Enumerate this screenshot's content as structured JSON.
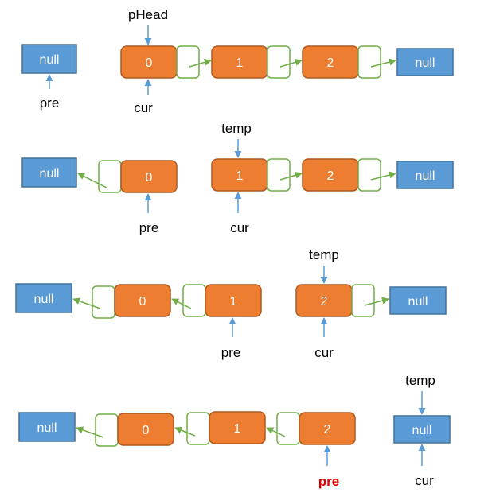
{
  "colors": {
    "null_fill": "#5b9bd5",
    "null_stroke": "#41719c",
    "node_fill": "#ed7d31",
    "node_stroke": "#ae5a21",
    "ptr_stroke": "#70ad47",
    "arrow_blue": "#5b9bd5",
    "arrow_green": "#70ad47",
    "pre_highlight": "#e00000"
  },
  "labels": {
    "null": "null",
    "n0": "0",
    "n1": "1",
    "n2": "2",
    "pHead": "pHead",
    "pre": "pre",
    "cur": "cur",
    "temp": "temp"
  }
}
